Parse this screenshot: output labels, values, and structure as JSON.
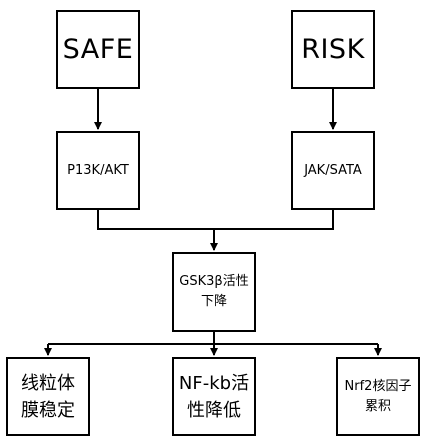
{
  "nodes": {
    "safe": "SAFE",
    "risk": "RISK",
    "pi3k_akt": "P13K/AKT",
    "jak_stat": "JAK/SATA",
    "gsk3b_line1": "GSK3β活性",
    "gsk3b_line2": "下降",
    "mito_line1": "线粒体",
    "mito_line2": "膜稳定",
    "nfkb_line1": "NF-kb活",
    "nfkb_line2": "性降低",
    "nrf2_line1": "Nrf2核因子",
    "nrf2_line2": "累积"
  },
  "colors": {
    "stroke": "#000000",
    "background": "#ffffff"
  }
}
